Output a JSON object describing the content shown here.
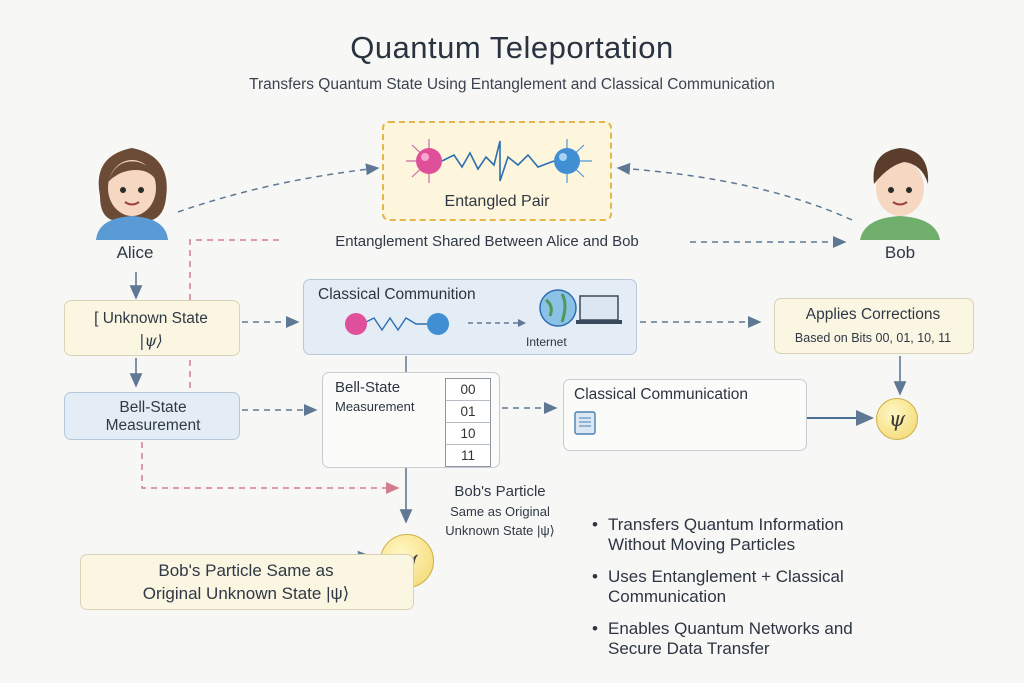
{
  "title": "Quantum Teleportation",
  "subtitle": "Transfers Quantum State Using Entanglement and Classical Communication",
  "people": {
    "alice": "Alice",
    "bob": "Bob"
  },
  "entangled_pair": {
    "label": "Entangled Pair"
  },
  "shared_line": "Entanglement Shared Between Alice and Bob",
  "unknown_state": {
    "line1": "[ Unknown State",
    "line2": "|ψ⟩"
  },
  "classical_channel": {
    "title": "Classical Communition",
    "internet": "Internet"
  },
  "corrections": {
    "title": "Applies Corrections",
    "detail": "Based on Bits 00, 01, 10, 11"
  },
  "bell_measurement": {
    "label": "Bell-State Measurement"
  },
  "bell_panel": {
    "line1": "Bell-State",
    "line2": "Measurement",
    "bits": [
      "00",
      "01",
      "10",
      "11"
    ]
  },
  "classical_comm_box": {
    "label": "Classical Communication"
  },
  "psi_symbol": "ψ",
  "bobs_particle_note": {
    "line1": "Bob's Particle",
    "line2": "Same as Original",
    "line3": "Unknown State |ψ⟩"
  },
  "result_box": {
    "line1": "Bob's Particle Same as",
    "line2": "Original Unknown State |ψ⟩"
  },
  "key_points": [
    {
      "line1": "Transfers Quantum Information",
      "line2": "Without Moving Particles"
    },
    {
      "line1": "Uses Entanglement + Classical",
      "line2": "Communication"
    },
    {
      "line1": "Enables Quantum Networks and",
      "line2": "Secure Data Transfer"
    }
  ],
  "colors": {
    "arrow_blue": "#5f7894",
    "arrow_pink": "#d47c8f",
    "particle_pink": "#e04f9a",
    "particle_blue": "#3f8fd2",
    "entangled_border": "#e2b84a"
  }
}
